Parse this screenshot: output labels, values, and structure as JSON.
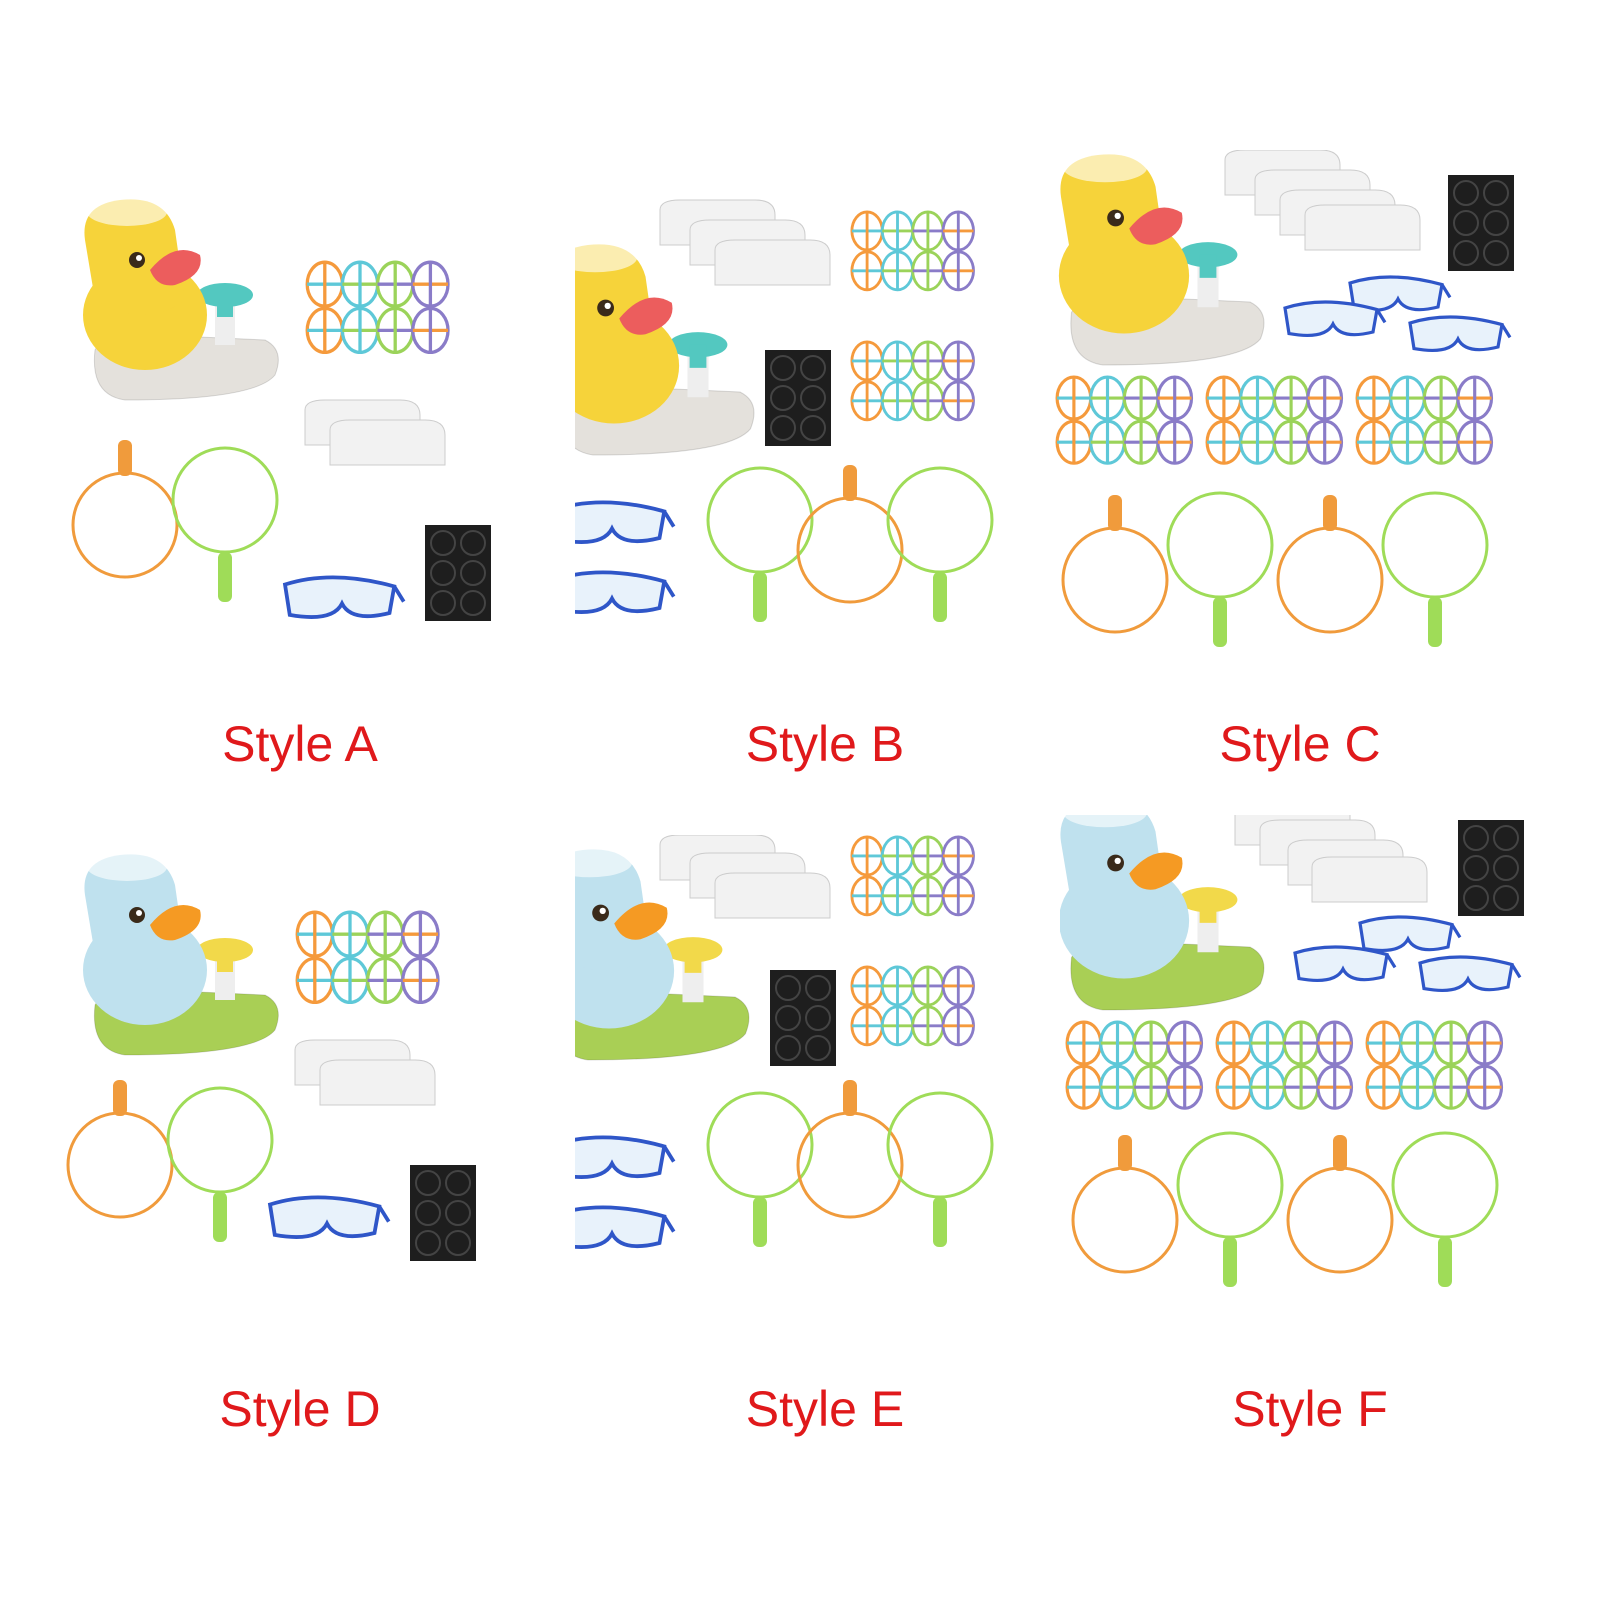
{
  "colors": {
    "label": "#e0191b",
    "duck_yellow": "#f6d33a",
    "duck_blue": "#bfe1ee",
    "beak_red": "#ec5d5d",
    "beak_orange": "#f59a23",
    "base_gray": "#e4e1dc",
    "base_green": "#a9cf55",
    "pump_teal": "#53c8c0",
    "pump_yellow": "#f2d94a",
    "ring_orange": "#f09b3c",
    "ring_green": "#9fdc58",
    "glasses_blue": "#2f56c8",
    "pad_black": "#1e1e1e"
  },
  "panels": [
    {
      "label": "Style A",
      "duck": "yellow",
      "propeller_sets": 2,
      "cloths": 2,
      "glasses": 1,
      "pads": 1,
      "rings": 2
    },
    {
      "label": "Style B",
      "duck": "yellow",
      "propeller_sets": 4,
      "cloths": 3,
      "glasses": 2,
      "pads": 1,
      "rings": 3
    },
    {
      "label": "Style C",
      "duck": "yellow",
      "propeller_sets": 6,
      "cloths": 4,
      "glasses": 3,
      "pads": 1,
      "rings": 4
    },
    {
      "label": "Style D",
      "duck": "blue",
      "propeller_sets": 2,
      "cloths": 2,
      "glasses": 1,
      "pads": 1,
      "rings": 2
    },
    {
      "label": "Style E",
      "duck": "blue",
      "propeller_sets": 4,
      "cloths": 3,
      "glasses": 2,
      "pads": 1,
      "rings": 3
    },
    {
      "label": "Style F",
      "duck": "blue",
      "propeller_sets": 6,
      "cloths": 4,
      "glasses": 3,
      "pads": 1,
      "rings": 4
    }
  ]
}
